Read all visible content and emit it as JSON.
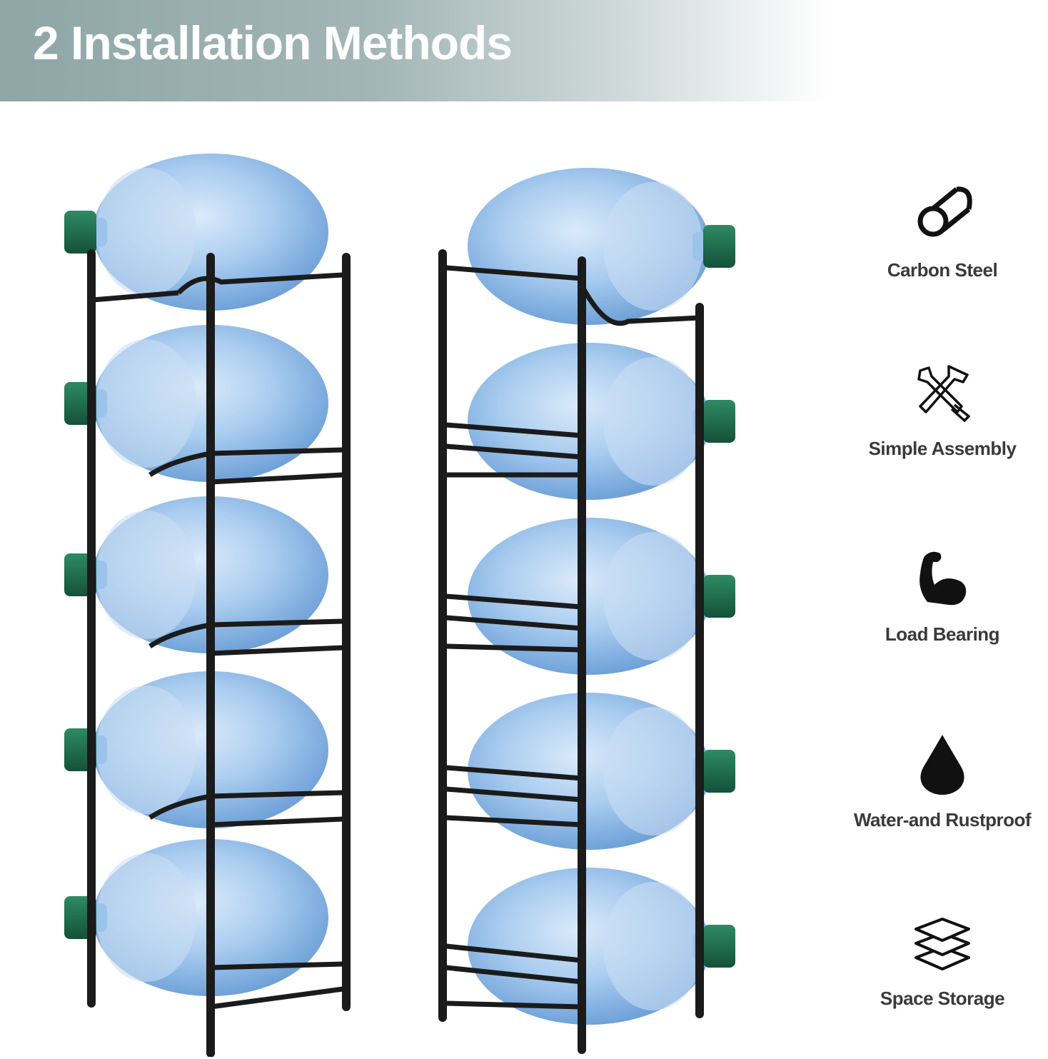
{
  "banner": {
    "title": "2 Installation Methods"
  },
  "features": [
    {
      "label": "Carbon Steel",
      "icon": "steel-pipe-icon"
    },
    {
      "label": "Simple Assembly",
      "icon": "tools-icon"
    },
    {
      "label": "Load Bearing",
      "icon": "bicep-icon"
    },
    {
      "label": "Water-and Rustproof",
      "icon": "water-drop-icon"
    },
    {
      "label": "Space Storage",
      "icon": "layers-icon"
    }
  ],
  "colors": {
    "banner": "#9fb3b3",
    "bottle": "#9cc3ea",
    "cap": "#1f6e4e",
    "rack": "#1b1b1b",
    "label_text": "#3a3a3a"
  }
}
